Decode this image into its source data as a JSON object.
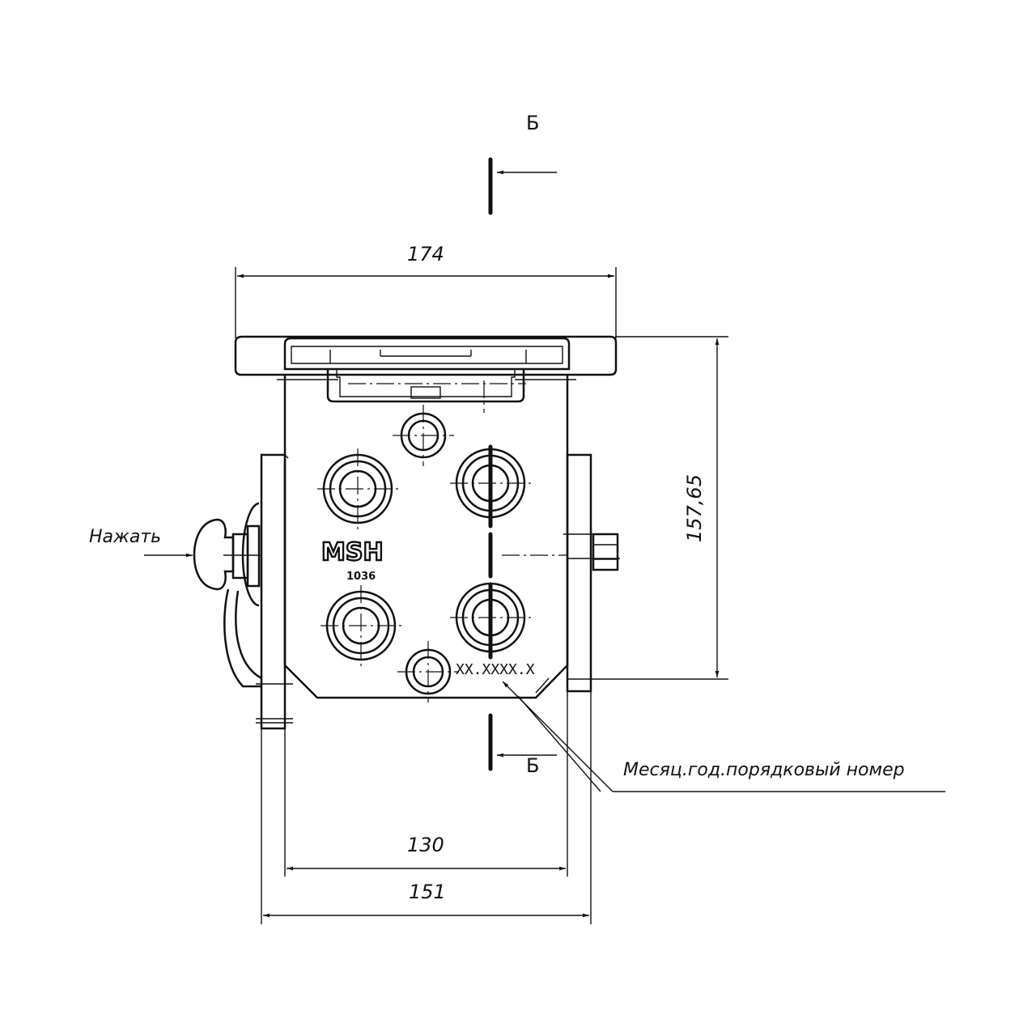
{
  "drawing": {
    "section_label_top": "Б",
    "section_label_bottom": "Б",
    "dim_top_width": "174",
    "dim_height": "157,65",
    "dim_inner_width": "130",
    "dim_outer_width": "151",
    "press_label": "Нажать",
    "serial_mark": "XX.XXXX.X",
    "serial_callout": "Месяц.год.порядковый номер",
    "logo_main": "MSH",
    "logo_sub": "1036"
  }
}
